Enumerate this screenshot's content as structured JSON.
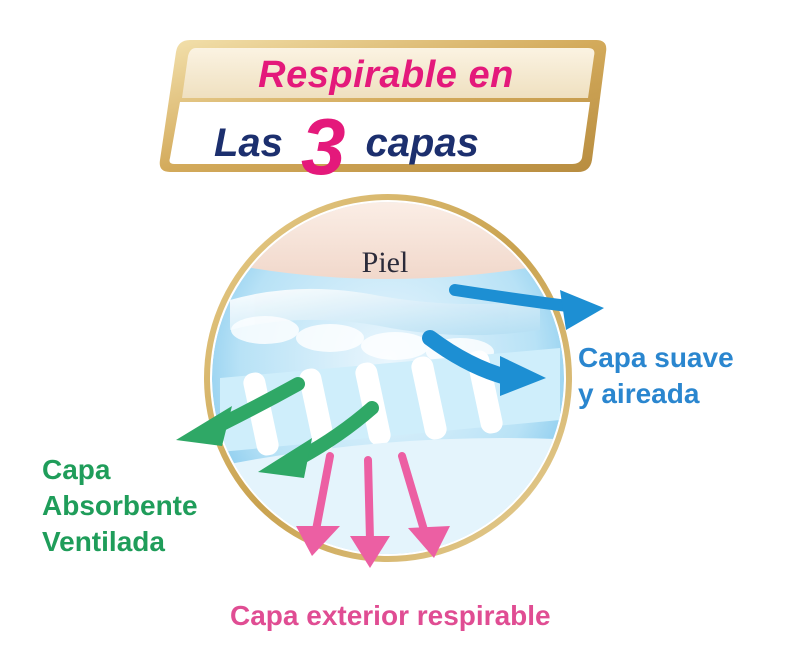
{
  "title": {
    "line1": "Respirable en",
    "line2_prefix": "Las",
    "line2_number": "3",
    "line2_suffix": "capas"
  },
  "diagram": {
    "skin_label": "Piel",
    "layers": [
      {
        "name": "soft",
        "lines": [
          "Capa suave",
          "y aireada"
        ]
      },
      {
        "name": "absorbent",
        "lines": [
          "Capa",
          "Absorbente",
          "Ventilada"
        ]
      },
      {
        "name": "outer",
        "lines": [
          "Capa exterior respirable"
        ]
      }
    ]
  },
  "colors": {
    "title_pink": "#e4197b",
    "title_navy": "#1c2f6e",
    "number_pink": "#e4197b",
    "gold": "#c8a45a",
    "blue_arrow": "#1d8fd3",
    "green_arrow": "#2fa866",
    "pink_arrow": "#ec5fa3",
    "soft_label": "#2a86cf",
    "absorbent_label": "#1f9d5a",
    "outer_label": "#e04d93"
  }
}
